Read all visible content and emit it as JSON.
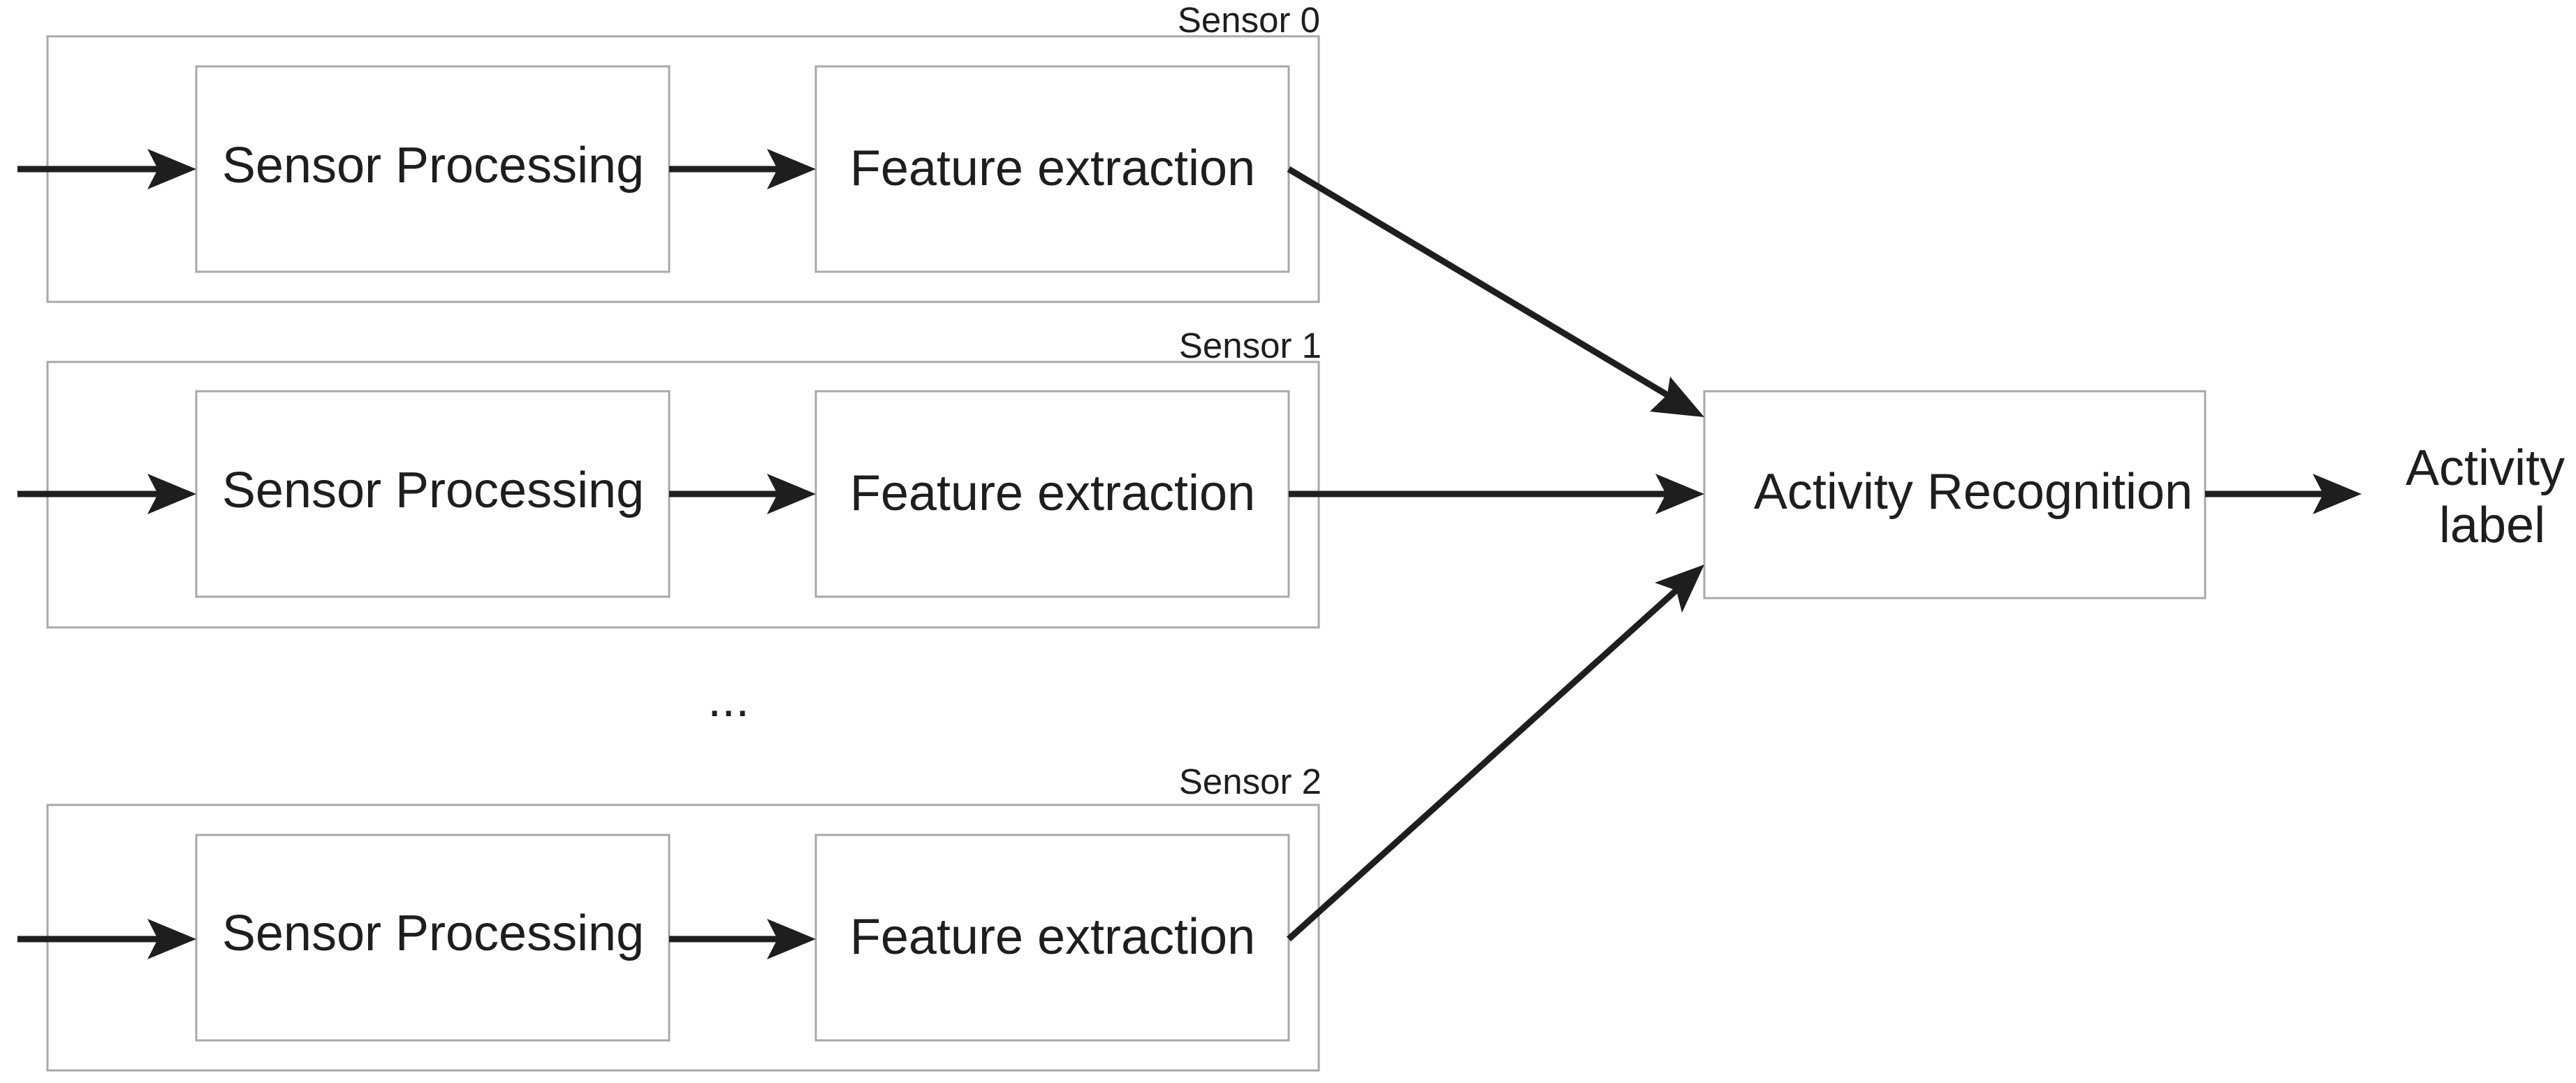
{
  "sensors": [
    {
      "title": "Sensor 0",
      "processing_label": "Sensor Processing",
      "feature_label": "Feature extraction"
    },
    {
      "title": "Sensor 1",
      "processing_label": "Sensor Processing",
      "feature_label": "Feature extraction"
    },
    {
      "title": "Sensor 2",
      "processing_label": "Sensor Processing",
      "feature_label": "Feature extraction"
    }
  ],
  "ellipsis": "...",
  "recognition_label": "Activity Recognition",
  "output_label_line1": "Activity",
  "output_label_line2": "label"
}
